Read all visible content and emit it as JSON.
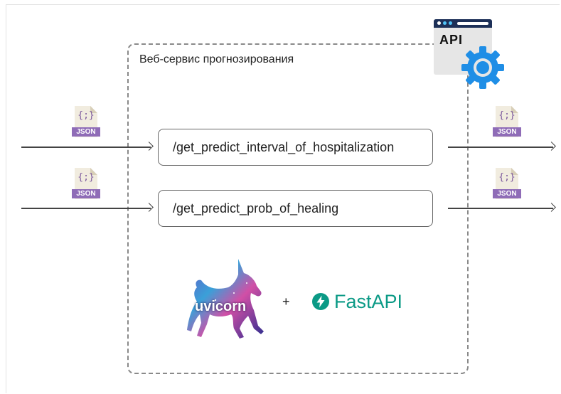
{
  "service": {
    "title": "Веб-сервис прогнозирования"
  },
  "endpoints": [
    "/get_predict_interval_of_hospitalization",
    "/get_predict_prob_of_healing"
  ],
  "json_icons": {
    "brace": "{;}",
    "label": "JSON"
  },
  "api_badge": {
    "label": "API",
    "icon": "gear-icon"
  },
  "stack": {
    "server": "uvicorn",
    "plus": "+",
    "framework": "FastAPI"
  },
  "colors": {
    "json_label": "#8f6cb7",
    "fastapi": "#0b9a86",
    "api_titlebar": "#1c2f57",
    "gear": "#1f8ee6"
  }
}
